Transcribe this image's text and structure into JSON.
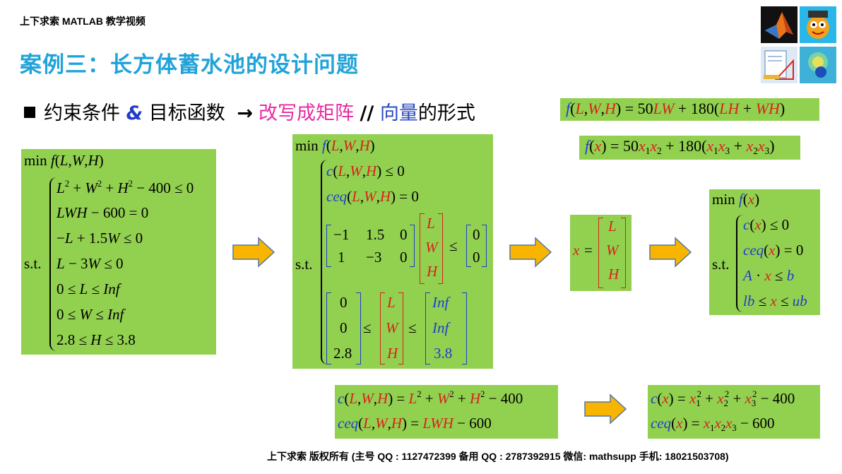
{
  "header": {
    "topline": "上下求索 MATLAB 教学视频",
    "title": "案例三：长方体蓄水池的设计问题"
  },
  "subtitle": {
    "part1": "约束条件",
    "amp": "&",
    "part2": "目标函数",
    "arrow": "→",
    "part3": "改写成",
    "part4": "矩阵",
    "part5": "//",
    "part6": "向量",
    "part7": "的形式"
  },
  "equations": {
    "objective_lwh": "f(L,W,H) = 50LW + 180(LH + WH)",
    "objective_x": "f(x) = 50x1x2 + 180(x1x3 + x2x3)"
  },
  "box1": {
    "min": "min",
    "obj": "f(L,W,H)",
    "st": "s.t.",
    "c1": "L² + W² + H² − 400 ≤ 0",
    "c2": "LWH − 600 = 0",
    "c3": "−L + 1.5W ≤ 0",
    "c4": "L − 3W ≤ 0",
    "c5": "0 ≤ L ≤ Inf",
    "c6": "0 ≤ W ≤ Inf",
    "c7": "2.8 ≤ H ≤ 3.8"
  },
  "box2": {
    "min": "min",
    "obj": "f(L,W,H)",
    "st": "s.t.",
    "c_line": "c(L,W,H) ≤ 0",
    "ceq_line": "ceq(L,W,H) = 0",
    "A": [
      [
        "−1",
        "1.5",
        "0"
      ],
      [
        "1",
        "−3",
        "0"
      ]
    ],
    "vars": [
      "L",
      "W",
      "H"
    ],
    "b": [
      "0",
      "0"
    ],
    "lb": [
      "0",
      "0",
      "2.8"
    ],
    "ub": [
      "Inf",
      "Inf",
      "3.8"
    ]
  },
  "box3": {
    "x": "x",
    "vars": [
      "L",
      "W",
      "H"
    ]
  },
  "box4": {
    "min": "min",
    "obj": "f(x)",
    "st": "s.t.",
    "c1": "c(x) ≤ 0",
    "c2": "ceq(x) = 0",
    "c3": "A · x ≤ b",
    "c4": "lb ≤ x ≤ ub"
  },
  "box5": {
    "l1": "c(L,W,H) = L² + W² + H² − 400",
    "l2": "ceq(L,W,H) = LWH − 600"
  },
  "box6": {
    "l1": "c(x) = x1² + x2² + x3² − 400",
    "l2": "ceq(x) = x1x2x3 − 600"
  },
  "footer": "上下求索  版权所有  (主号 QQ : 1127472399   备用 QQ : 2787392915   微信: mathsupp   手机: 18021503708)",
  "colors": {
    "title": "#20a3d9",
    "box": "#92d050",
    "arrow": "#f7b500",
    "red": "#d9231b",
    "blue": "#1d3fcc",
    "pink": "#e62ca3"
  },
  "icons": [
    "matlab-logo-icon",
    "cartoon-character-icon",
    "drafting-tools-icon",
    "heatmap-icon"
  ]
}
